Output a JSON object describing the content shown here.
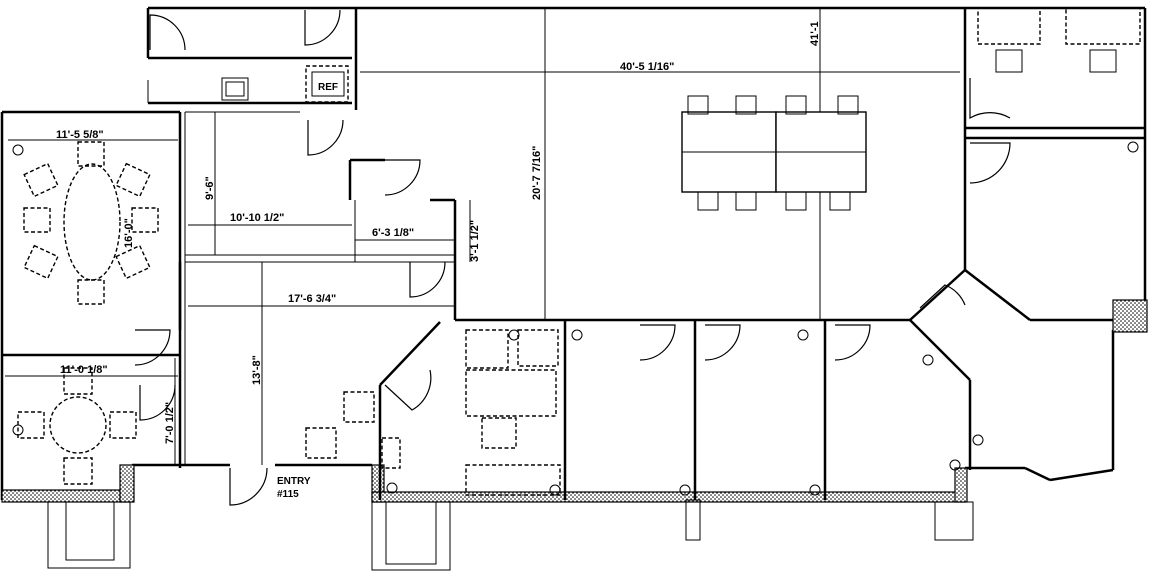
{
  "dimensions": {
    "overall_width": "40'-5 1/16\"",
    "overall_depth": "41'-1",
    "open_office_depth": "20'-7 7/16\"",
    "conference_width": "11'-5 5/8\"",
    "conference_depth": "16'-0\"",
    "upper_hall_width": "10'-10 1/2\"",
    "upper_hall_depth": "9'-6\"",
    "closet_width": "6'-3 1/8\"",
    "closet_depth": "3'-1 1/2\"",
    "lobby_width": "17'-6 3/4\"",
    "lobby_depth": "13'-8\"",
    "small_conf_width": "11'-0 1/8\"",
    "small_conf_depth": "7'-0 1/2\""
  },
  "labels": {
    "refrigerator": "REF",
    "entry_line1": "ENTRY",
    "entry_line2": "#115"
  }
}
